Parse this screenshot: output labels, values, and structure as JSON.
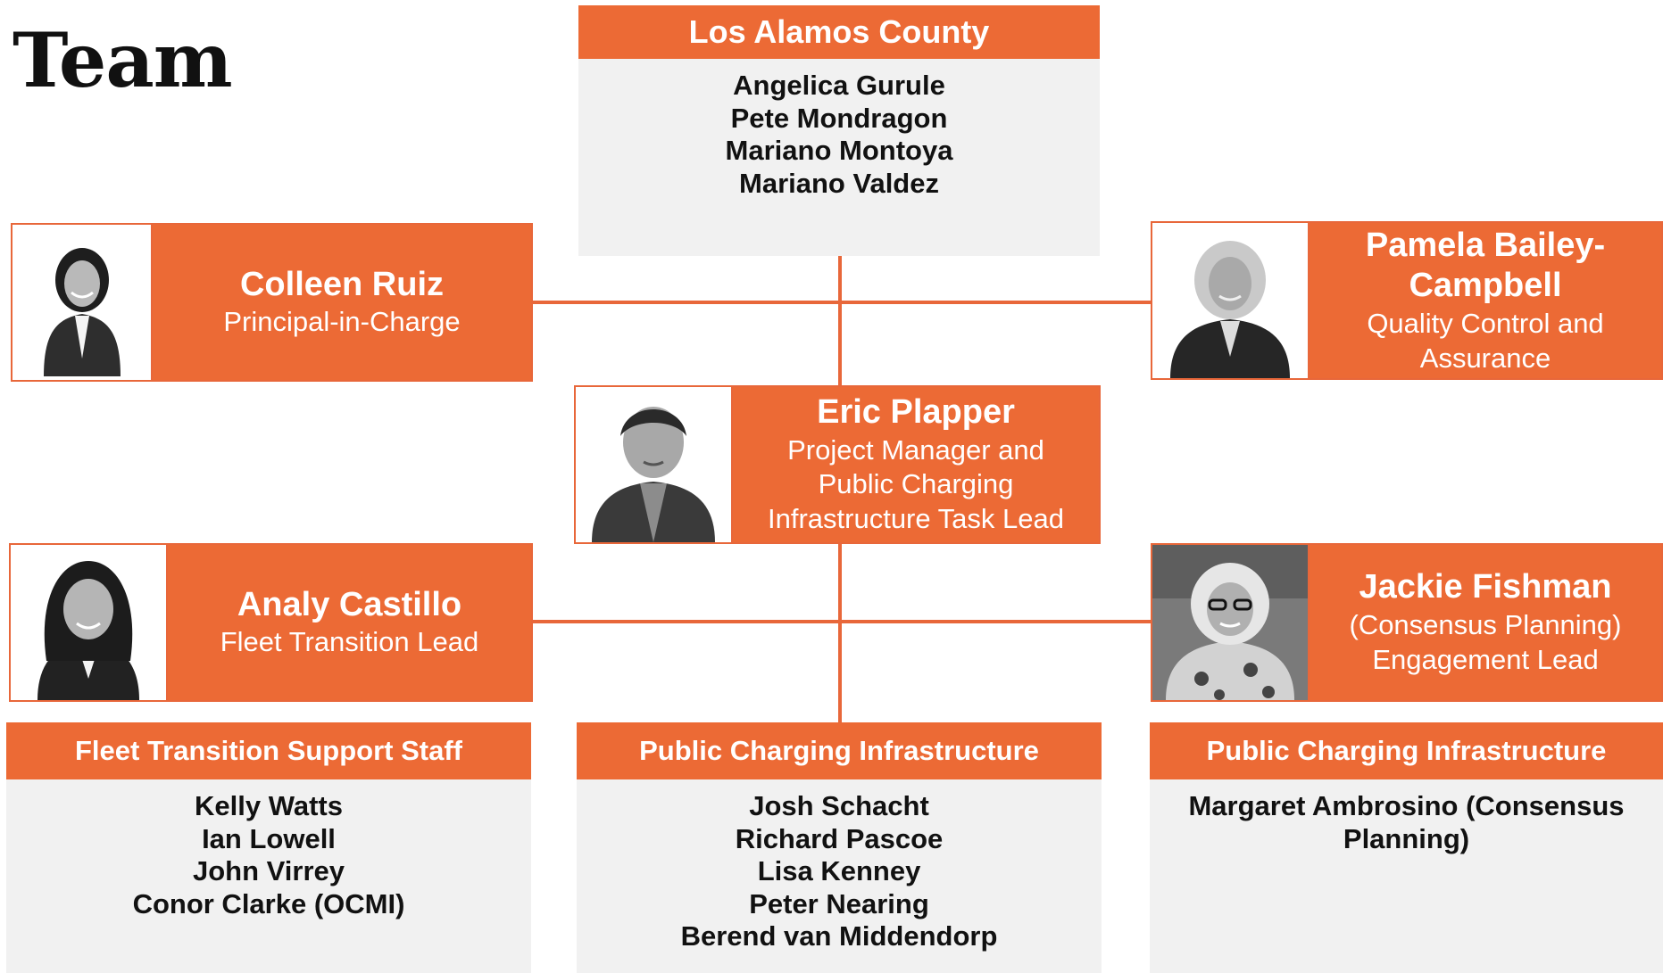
{
  "title": "Team",
  "top": {
    "header": "Los Alamos County",
    "members": [
      "Angelica Gurule",
      "Pete Mondragon",
      "Mariano Montoya",
      "Mariano Valdez"
    ]
  },
  "people": {
    "colleen": {
      "name": "Colleen Ruiz",
      "role": [
        "Principal-in-Charge"
      ]
    },
    "pamela": {
      "name": "Pamela Bailey-Campbell",
      "name_lines": [
        "Pamela Bailey-",
        "Campbell"
      ],
      "role": [
        "Quality Control and",
        "Assurance"
      ]
    },
    "eric": {
      "name": "Eric Plapper",
      "role": [
        "Project Manager and",
        "Public Charging",
        "Infrastructure Task Lead"
      ]
    },
    "analy": {
      "name": "Analy Castillo",
      "role": [
        "Fleet Transition Lead"
      ]
    },
    "jackie": {
      "name": "Jackie Fishman",
      "role": [
        "(Consensus Planning)",
        "Engagement Lead"
      ]
    }
  },
  "groups": [
    {
      "header": "Fleet Transition Support Staff",
      "members": [
        "Kelly Watts",
        "Ian Lowell",
        "John Virrey",
        "Conor Clarke (OCMI)"
      ]
    },
    {
      "header": "Public Charging Infrastructure",
      "members": [
        "Josh Schacht",
        "Richard Pascoe",
        "Lisa Kenney",
        "Peter Nearing",
        "Berend van Middendorp"
      ]
    },
    {
      "header": "Public Charging Infrastructure",
      "members": [
        "Margaret Ambrosino (Consensus",
        "Planning)"
      ]
    }
  ],
  "colors": {
    "accent": "#ec6a35",
    "panel": "#f1f1f1",
    "text": "#111111"
  },
  "icons": [
    "person-photo"
  ]
}
